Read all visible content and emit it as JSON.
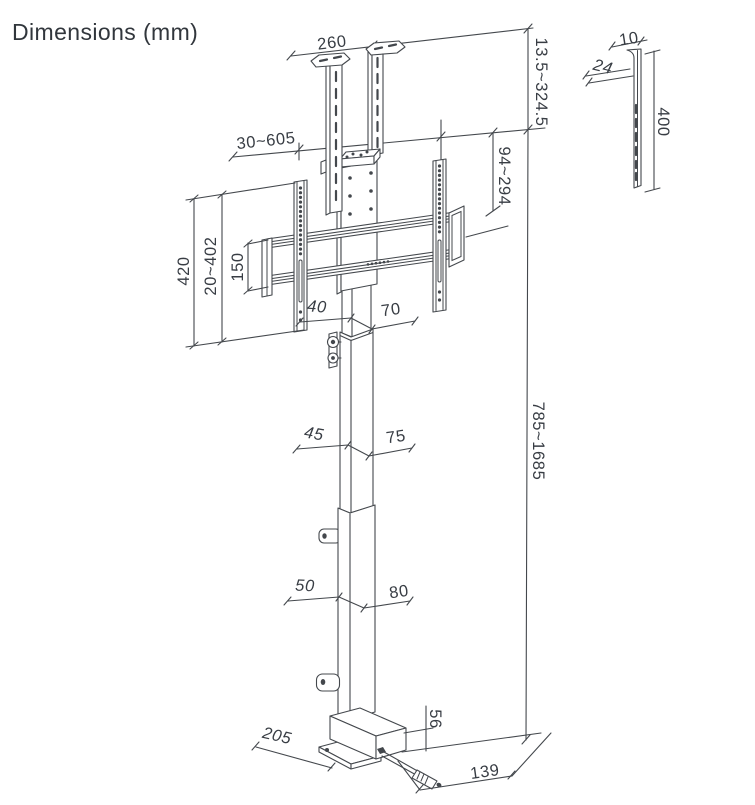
{
  "title": "Dimensions (mm)",
  "labels": {
    "top_width": "260",
    "ceiling_adjust": "13.5~324.5",
    "profile_width": "10",
    "profile_depth": "24",
    "profile_height": "400",
    "horizontal_adjust": "30~605",
    "bracket_drop": "94~294",
    "rail_height": "420",
    "vertical_adjust": "20~402",
    "bar_spacing": "150",
    "pole_top_depth": "40",
    "pole_top_width": "70",
    "pole_mid_depth": "45",
    "pole_mid_width": "75",
    "total_height": "785~1685",
    "pole_bottom_depth": "50",
    "pole_bottom_width": "80",
    "base_height": "56",
    "base_depth": "205",
    "base_screw_length": "139"
  },
  "colors": {
    "line": "#44484d",
    "text": "#383d44",
    "background": "#ffffff"
  }
}
